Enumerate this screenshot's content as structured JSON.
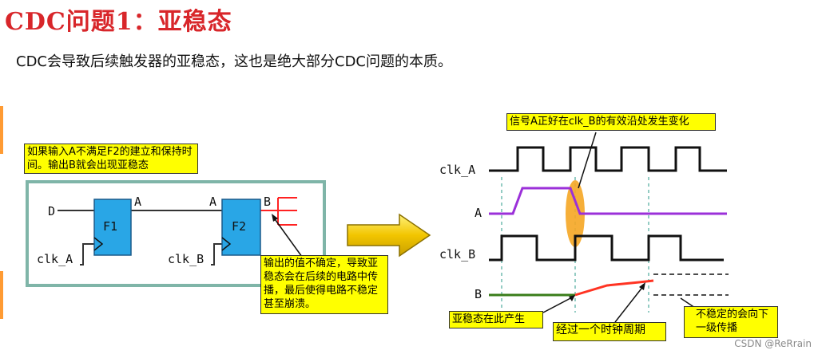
{
  "title": "CDC问题1：亚稳态",
  "subtitle": "CDC会导致后续触发器的亚稳态，这也是绝大部分CDC问题的本质。",
  "circuit": {
    "callout": "如果输入A不满足F2的建立和保持时间。输出B就会出现亚稳态",
    "label_d": "D",
    "label_a1": "A",
    "label_a2": "A",
    "label_b": "B",
    "ff1": "F1",
    "ff2": "F2",
    "clk_a": "clk_A",
    "clk_b": "clk_B",
    "output_note": "输出的值不确定，导致亚稳态会在后续的电路中传播，最后使得电路不稳定甚至崩溃。"
  },
  "timing": {
    "top_note": "信号A正好在clk_B的有效沿处发生变化",
    "sig_clk_a": "clk_A",
    "sig_a": "A",
    "sig_clk_b": "clk_B",
    "sig_b": "B",
    "meta_note": "亚稳态在此产生",
    "period_note": "经过一个时钟周期",
    "propagate_note": "不稳定的会向下一级传播"
  },
  "watermark": "CSDN @ReRrain",
  "colors": {
    "title": "#d8262a",
    "flipflop": "#29a6e6",
    "callout": "#ffff00",
    "signal_a": "#9b30d9",
    "meta": "#ff3322",
    "highlight": "#f5a623",
    "arrow": "#f2c500"
  }
}
